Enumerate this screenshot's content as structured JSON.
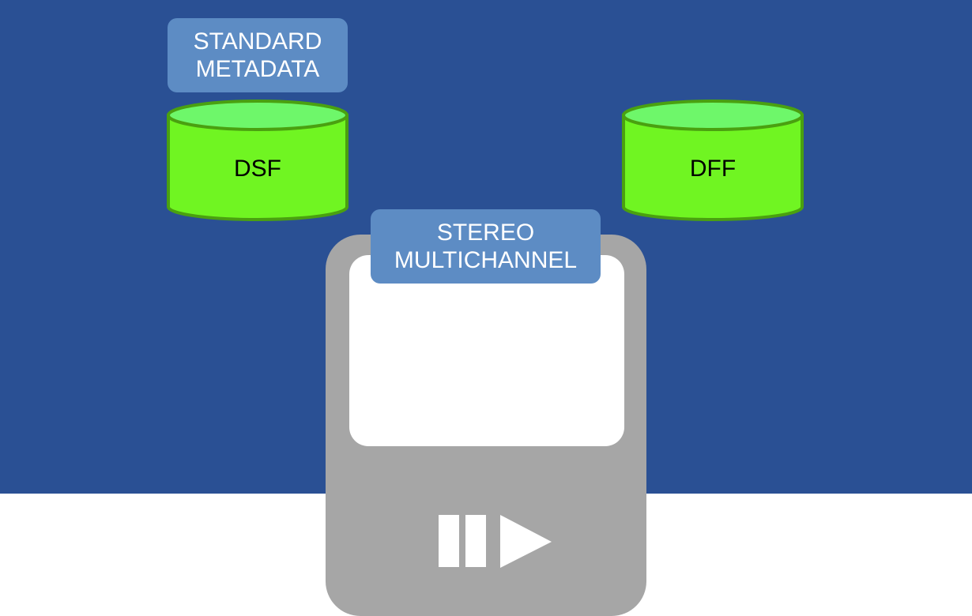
{
  "colors": {
    "background_top": "#2a5094",
    "background_bottom": "#ffffff",
    "label_box": "#5d8cc4",
    "label_text": "#ffffff",
    "cylinder_body": "#70f522",
    "cylinder_top": "#6ef76a",
    "cylinder_stroke": "#4aa010",
    "player_body": "#a6a6a6",
    "player_screen": "#ffffff",
    "play_pause_icon": "#ffffff",
    "cylinder_text": "#000000"
  },
  "labels": {
    "standard_metadata": [
      "STANDARD",
      "METADATA"
    ],
    "stereo_multichannel": [
      "STEREO",
      "MULTICHANNEL"
    ]
  },
  "cylinders": {
    "dsf": {
      "label": "DSF"
    },
    "dff": {
      "label": "DFF"
    }
  },
  "player": {
    "icon": "play-pause-icon"
  }
}
